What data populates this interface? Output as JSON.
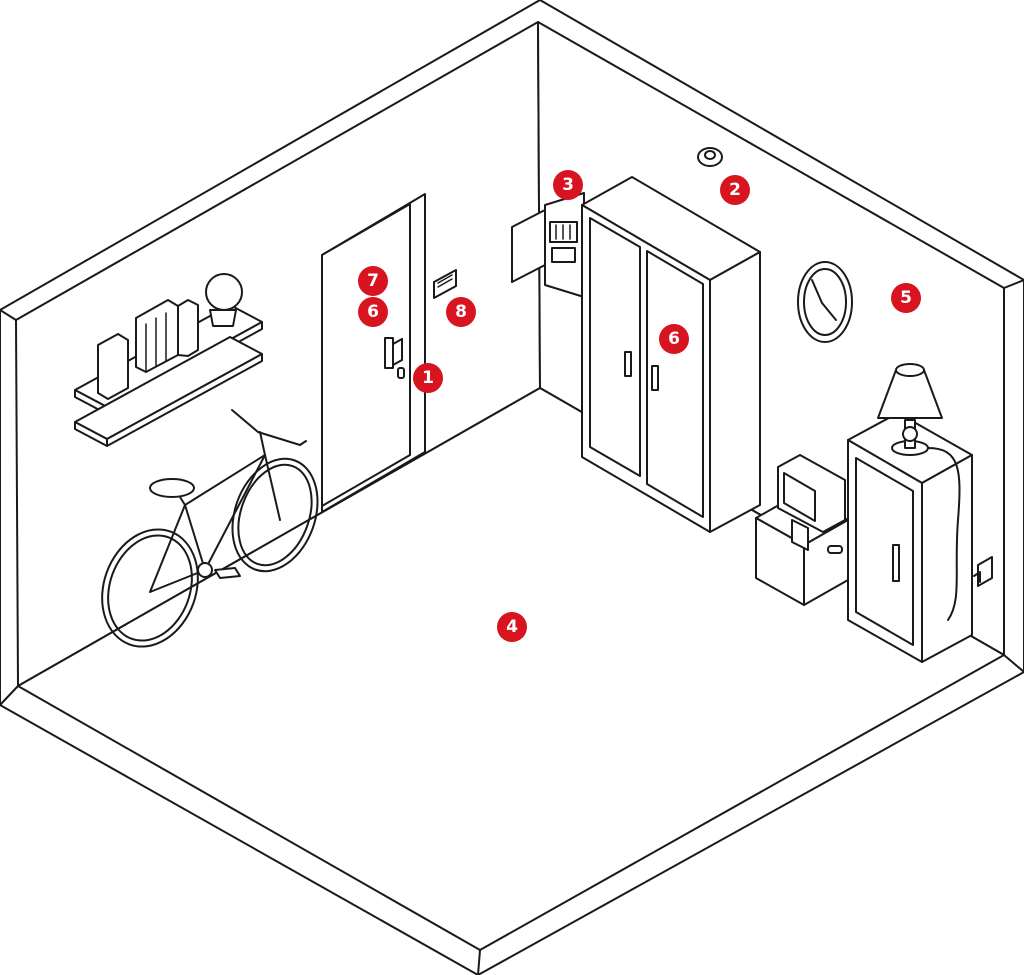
{
  "colors": {
    "marker_fill": "#d7141f",
    "marker_text": "#ffffff",
    "line": "#1a1a1a",
    "background": "#ffffff"
  },
  "markers": [
    {
      "id": "marker-1",
      "label": "1",
      "target": "door-lock"
    },
    {
      "id": "marker-2",
      "label": "2",
      "target": "ceiling-smoke-detector"
    },
    {
      "id": "marker-3",
      "label": "3",
      "target": "electrical-panel"
    },
    {
      "id": "marker-4",
      "label": "4",
      "target": "floor"
    },
    {
      "id": "marker-5",
      "label": "5",
      "target": "right-wall"
    },
    {
      "id": "marker-6a",
      "label": "6",
      "target": "door"
    },
    {
      "id": "marker-6b",
      "label": "6",
      "target": "wardrobe"
    },
    {
      "id": "marker-7",
      "label": "7",
      "target": "door"
    },
    {
      "id": "marker-8",
      "label": "8",
      "target": "wall-keypad"
    }
  ],
  "objects": [
    "bookshelf",
    "table-lamp-bulb",
    "bicycle",
    "door",
    "wall-keypad",
    "electrical-panel",
    "smoke-detector",
    "wardrobe",
    "wall-clock",
    "computer-monitor",
    "storage-box",
    "cabinet",
    "lamp",
    "power-outlet"
  ]
}
